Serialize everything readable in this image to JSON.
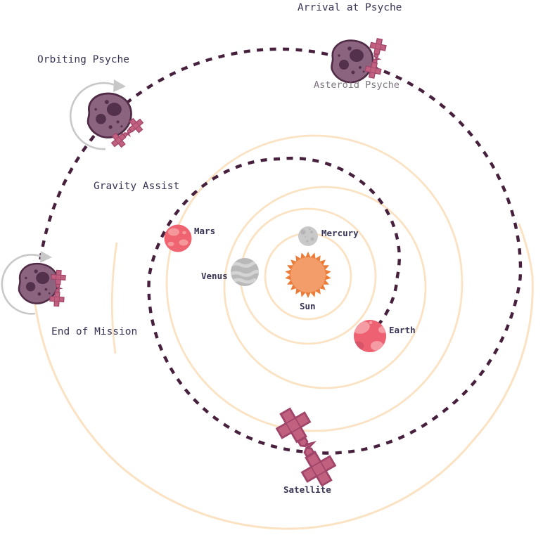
{
  "diagram": {
    "phases": {
      "arrival": "Arrival at Psyche",
      "orbiting": "Orbiting Psyche",
      "gravity_assist": "Gravity Assist",
      "end_of_mission": "End of Mission"
    },
    "objects": {
      "sun": "Sun",
      "mercury": "Mercury",
      "venus": "Venus",
      "earth": "Earth",
      "mars": "Mars",
      "asteroid_psyche": "Asteroid Psyche",
      "satellite": "Satellite"
    },
    "icons": {
      "sun": "sun-icon",
      "planets": [
        "mercury-icon",
        "venus-icon",
        "earth-icon",
        "mars-icon"
      ],
      "asteroids": [
        "asteroid-psyche-icon",
        "orbiting-asteroid-icon",
        "end-of-mission-asteroid-icon"
      ],
      "satellites": [
        "satellite-icon",
        "psyche-satellite-icon",
        "orbiting-satellite-icon",
        "end-satellite-icon"
      ],
      "other": [
        "trajectory-dashed-path",
        "orbit-ring",
        "orbit-arrow-icon"
      ]
    },
    "colors": {
      "background": "#ffffff",
      "trajectory": "#47203e",
      "orbit_ring": "#fae2c3",
      "label_text": "#373352",
      "muted_text": "#7e7580",
      "asteroid_fill": "#8b6480",
      "asteroid_outline": "#4f2b45",
      "satellite_fill": "#c2607f",
      "satellite_outline": "#a0456a",
      "sun_core": "#f39e6a",
      "sun_rays": "#ec7c39",
      "planet_red": "#ee6173",
      "planet_red_light": "#f3989f",
      "planet_gray": "#c9c9c9",
      "arrow_gray": "#c8c8c8"
    }
  }
}
